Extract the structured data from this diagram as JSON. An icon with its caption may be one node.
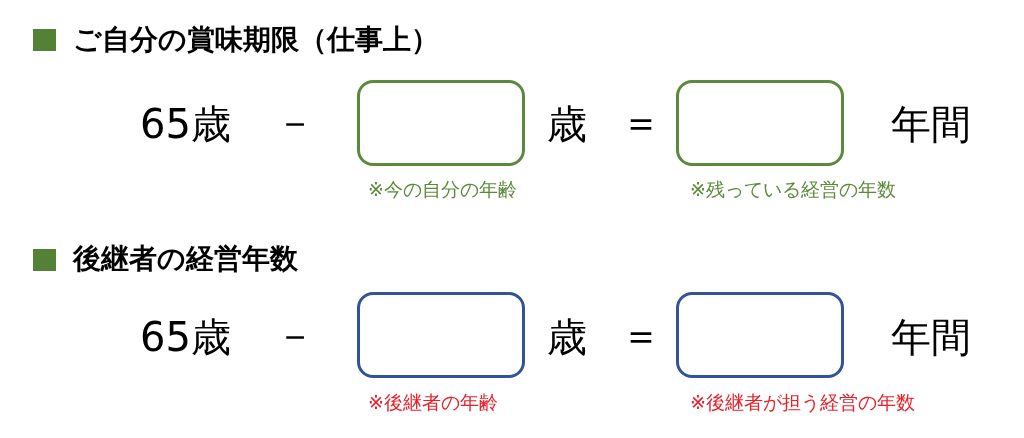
{
  "diagram": {
    "nodes": [
      {
        "text": [],
        "shape": "box",
        "beside": [
          "※今の自分の年齢"
        ]
      },
      {
        "text": [],
        "shape": "box",
        "beside": [
          "※残っている経営の年数"
        ]
      },
      {
        "text": [],
        "shape": "box",
        "beside": [
          "※後継者の年齢"
        ]
      },
      {
        "text": [],
        "shape": "box",
        "beside": [
          "※後継者が担う経営の年数"
        ]
      }
    ],
    "labels": [
      "ご自分の賞味期限（仕事上）",
      "65歳",
      "－",
      "歳",
      "＝",
      "年間",
      "後継者の経営年数",
      "65歳",
      "－",
      "歳",
      "＝",
      "年間"
    ]
  }
}
